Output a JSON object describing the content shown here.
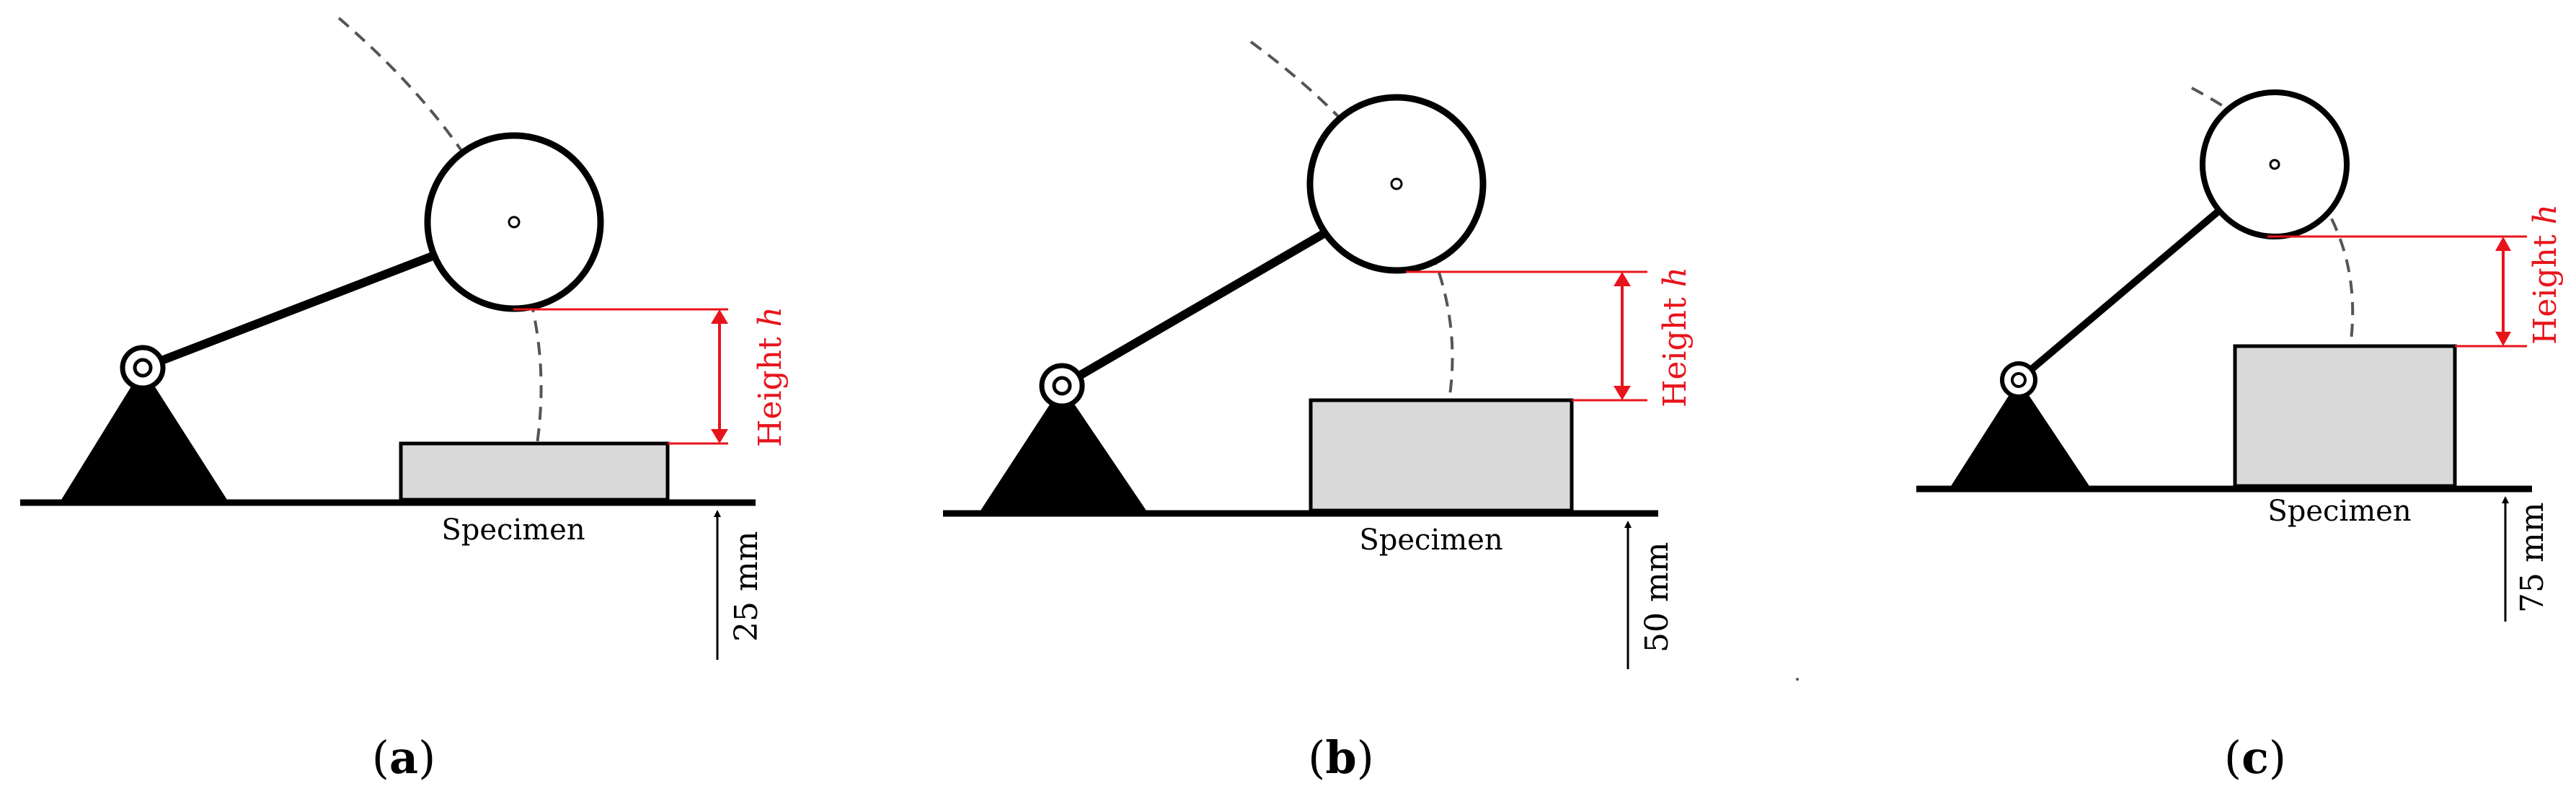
{
  "panels": [
    {
      "specimen_label": "Specimen",
      "thickness_label": "25 mm",
      "height_label": "Height",
      "height_var": "h",
      "caption_open": "(",
      "caption_letter": "a",
      "caption_close": ")"
    },
    {
      "specimen_label": "Specimen",
      "thickness_label": "50 mm",
      "height_label": "Height",
      "height_var": "h",
      "caption_open": "(",
      "caption_letter": "b",
      "caption_close": ")"
    },
    {
      "specimen_label": "Specimen",
      "thickness_label": "75 mm",
      "height_label": "Height",
      "height_var": "h",
      "caption_open": "(",
      "caption_letter": "c",
      "caption_close": ")"
    }
  ],
  "colors": {
    "annotation": "#e8141c",
    "specimen_fill": "#d9d9d9",
    "ink": "#000000"
  }
}
